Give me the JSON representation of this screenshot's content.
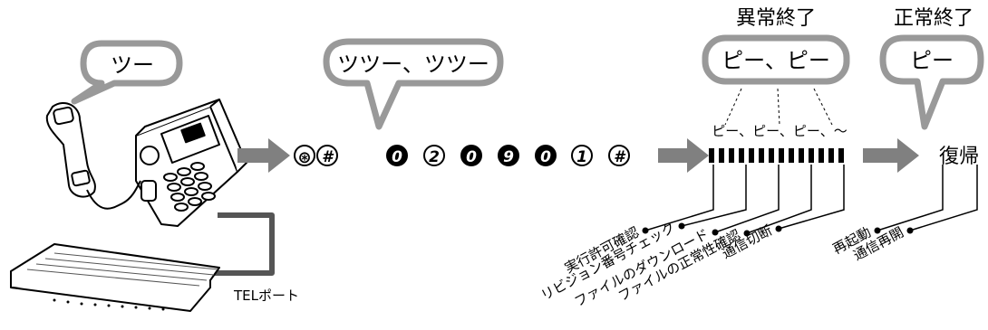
{
  "bubbles": {
    "dial_tone": "ツー",
    "dial_pulse": "ツツー、ツツー",
    "error_beep": "ピー、ピー",
    "ok_beep": "ピー"
  },
  "headers": {
    "abnormal_end": "異常終了",
    "normal_end": "正常終了"
  },
  "codes": {
    "prefix": [
      "⊛",
      "#"
    ],
    "number": [
      "0",
      "2",
      "0",
      "9",
      "0",
      "1",
      "#"
    ]
  },
  "beeps_label": "ピー、ピー、ピー、～",
  "result_label": "復帰",
  "tel_port_label": "TELポート",
  "process_steps": [
    "実行許可確認",
    "リビジョン番号チェック",
    "ファイルのダウンロード",
    "ファイルの正常性確認",
    "通信切断"
  ],
  "result_steps": [
    "再起動",
    "通信再開"
  ],
  "colors": {
    "bubble_border": "#999999",
    "arrow": "#808080",
    "cable": "#555555",
    "ink": "#000000"
  }
}
